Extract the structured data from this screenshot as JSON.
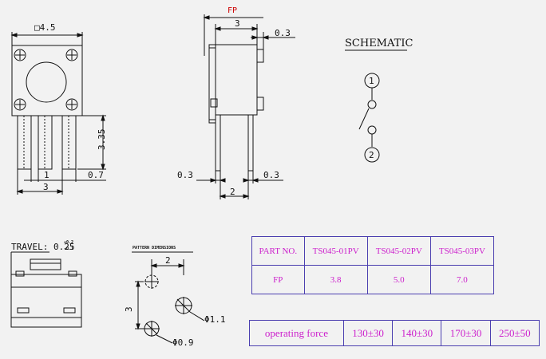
{
  "top_view": {
    "size_label": "□4.5",
    "pin_dim_1": "1",
    "pin_dim_07": "0.7",
    "pin_dim_3": "3",
    "height_label": "3.35"
  },
  "side_view": {
    "fp_label": "FP",
    "dim_3": "3",
    "dim_03_top": "0.3",
    "dim_03_left": "0.3",
    "dim_03_right": "0.3",
    "dim_2": "2"
  },
  "schematic": {
    "title": "SCHEMATIC",
    "pin1": "1",
    "pin2": "2"
  },
  "travel": {
    "label": "TRAVEL: 0.25",
    "tol_plus": "+0.2",
    "tol_minus": "-0.1"
  },
  "pattern": {
    "title": "PATTERN DIMENSIONS",
    "dim_2": "2",
    "dim_3": "3",
    "hole_large": "Φ1.1",
    "hole_small": "Φ0.9"
  },
  "part_table": {
    "header": [
      "PART NO.",
      "TS045-01PV",
      "TS045-02PV",
      "TS045-03PV"
    ],
    "row": [
      "FP",
      "3.8",
      "5.0",
      "7.0"
    ]
  },
  "force_table": {
    "cells": [
      "operating force",
      "130±30",
      "140±30",
      "170±30",
      "250±50"
    ]
  }
}
